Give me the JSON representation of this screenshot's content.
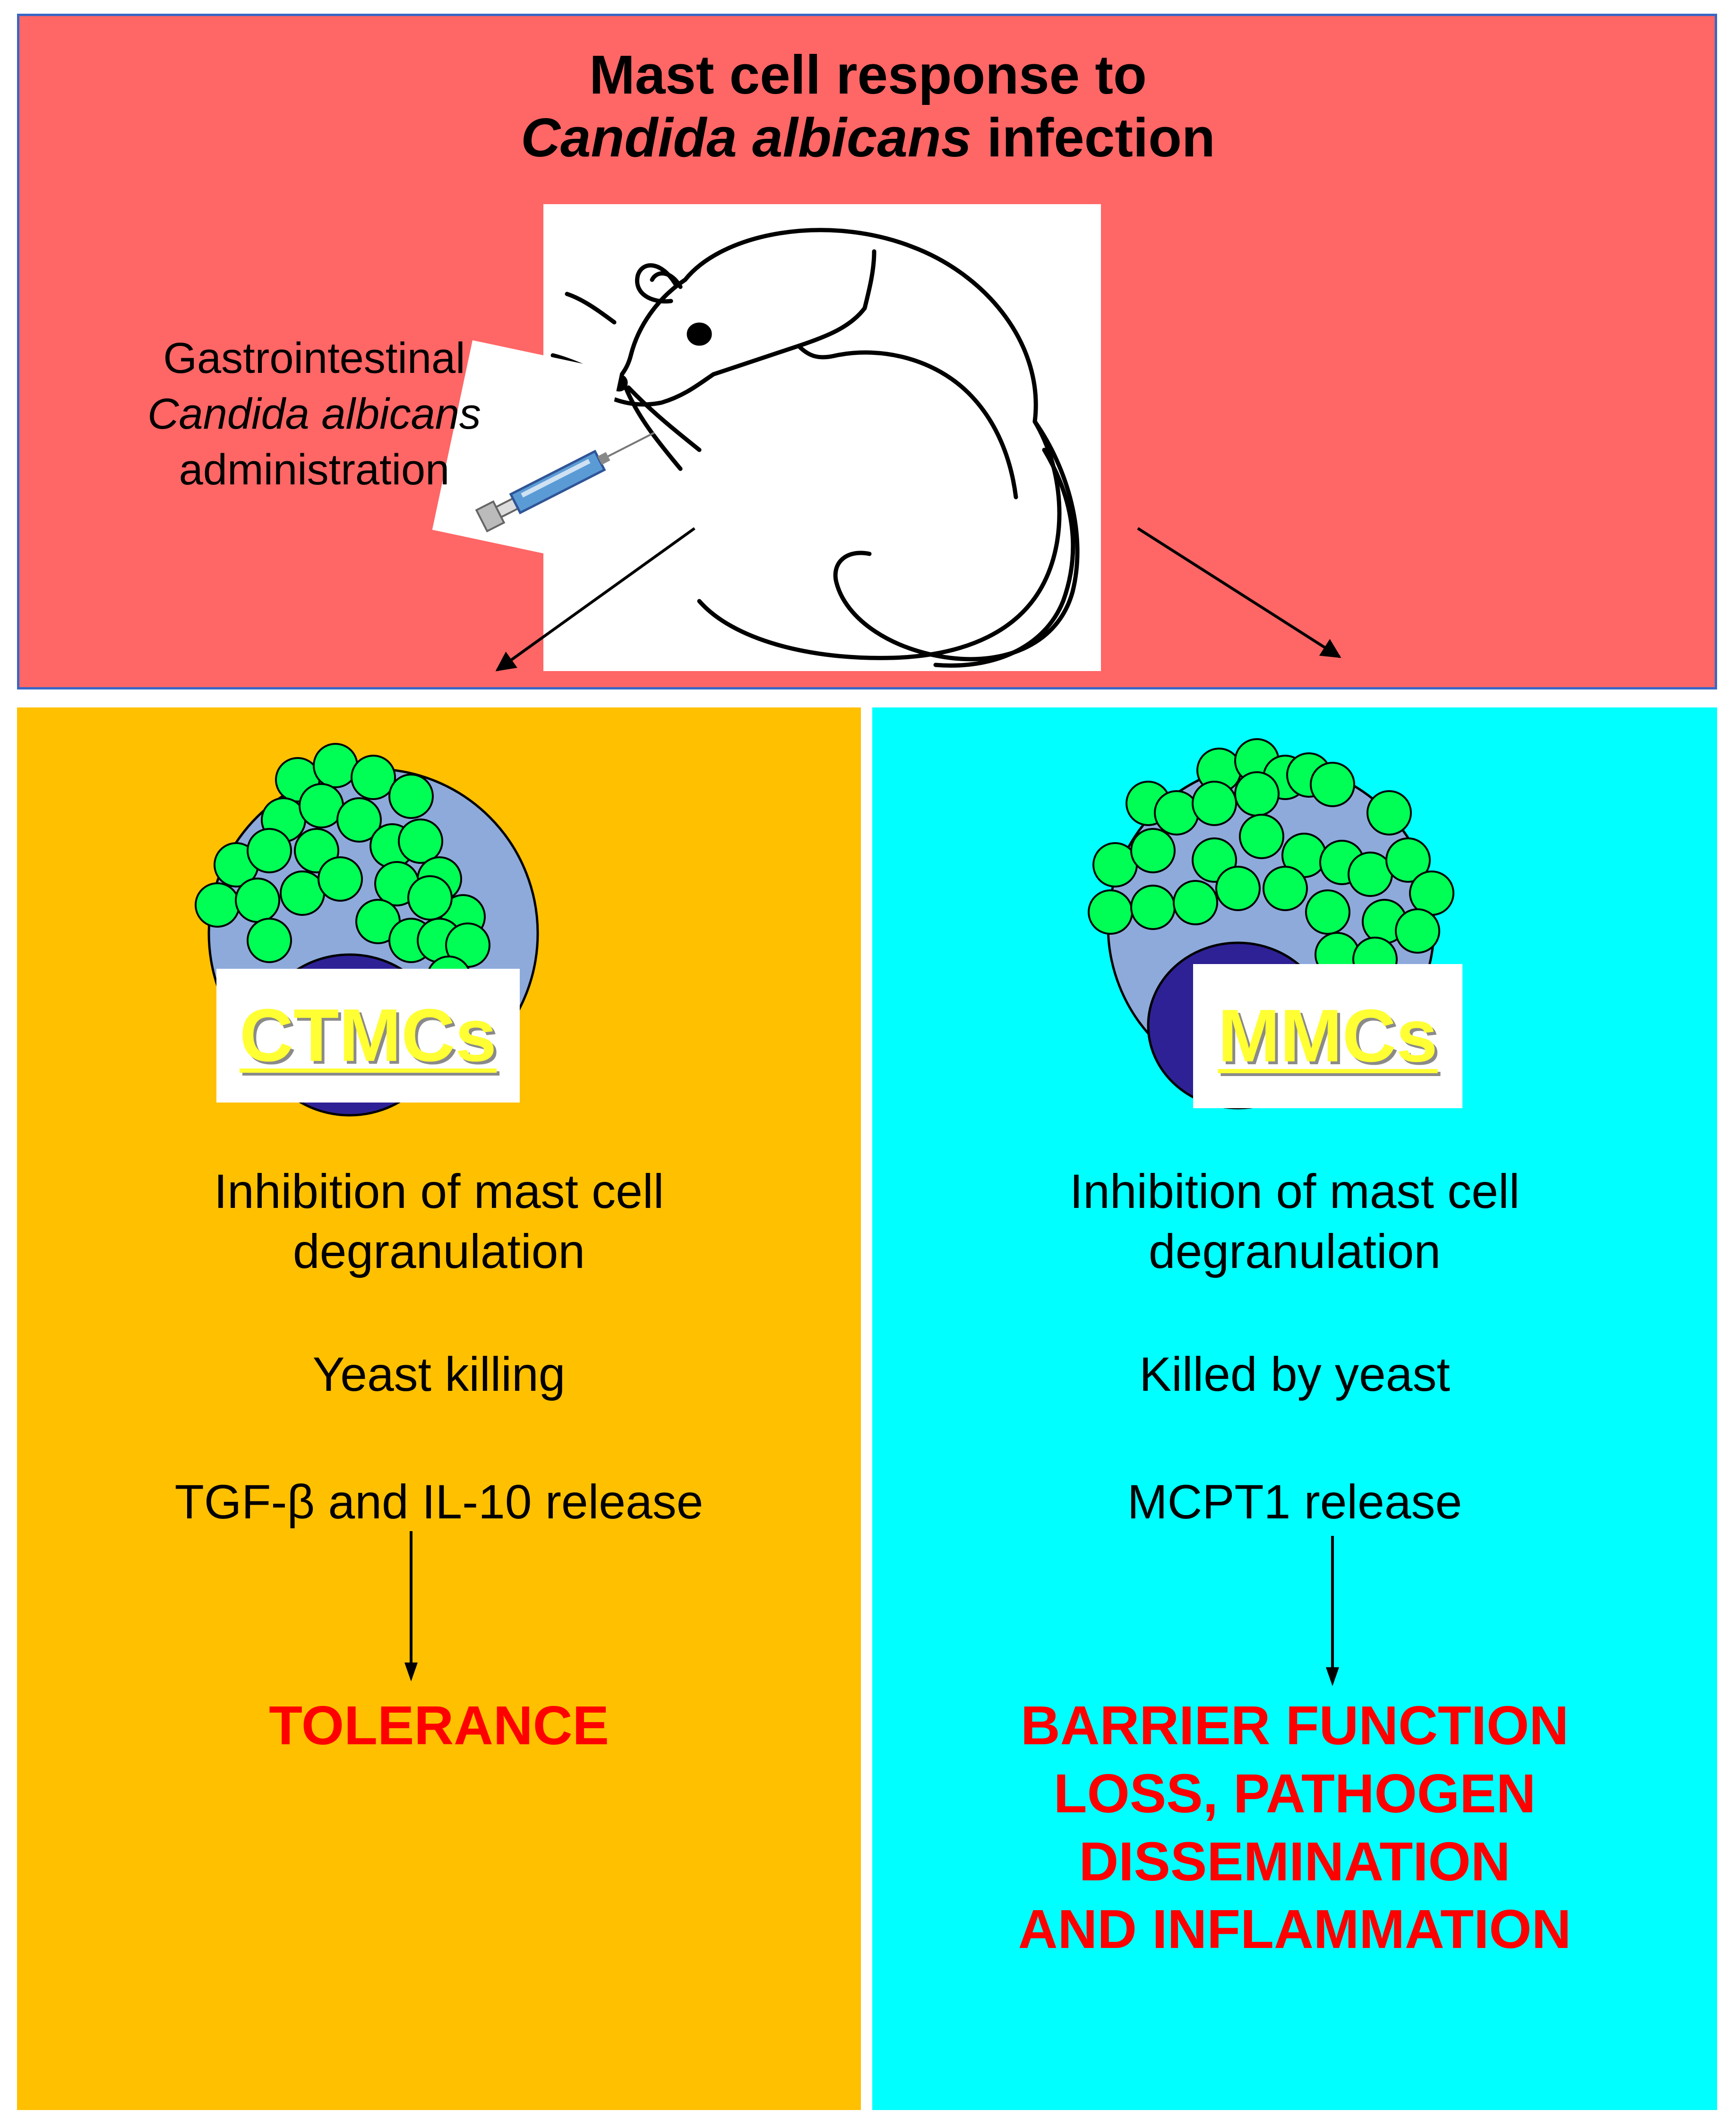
{
  "title": {
    "line1": "Mast cell response to",
    "line2_italic": "Candida albicans",
    "line2_rest": " infection"
  },
  "administration": {
    "line1": "Gastrointestinal",
    "line2_italic": "Candida albicans",
    "line3": "administration"
  },
  "left": {
    "cell_label": "CTMCs",
    "effect1_line1": "Inhibition of mast cell",
    "effect1_line2": "degranulation",
    "effect2": "Yeast killing",
    "effect3": "TGF-β and IL-10 release",
    "outcome": "TOLERANCE"
  },
  "right": {
    "cell_label": "MMCs",
    "effect1_line1": "Inhibition of mast cell",
    "effect1_line2": "degranulation",
    "effect2": "Killed by yeast",
    "effect3": "MCPT1 release",
    "outcome_line1": "BARRIER FUNCTION",
    "outcome_line2": "LOSS, PATHOGEN",
    "outcome_line3": "DISSEMINATION",
    "outcome_line4": "AND INFLAMMATION"
  },
  "colors": {
    "top_panel": "#ff6666",
    "left_panel": "#ffc000",
    "right_panel": "#00ffff",
    "cell_body": "#8eaadb",
    "nucleus": "#2e2196",
    "granule": "#00ff55",
    "label_text": "#ffff33",
    "outcome_text": "#ff0000"
  },
  "icons": [
    "mouse-illustration",
    "syringe-icon",
    "mast-cell-icon"
  ]
}
